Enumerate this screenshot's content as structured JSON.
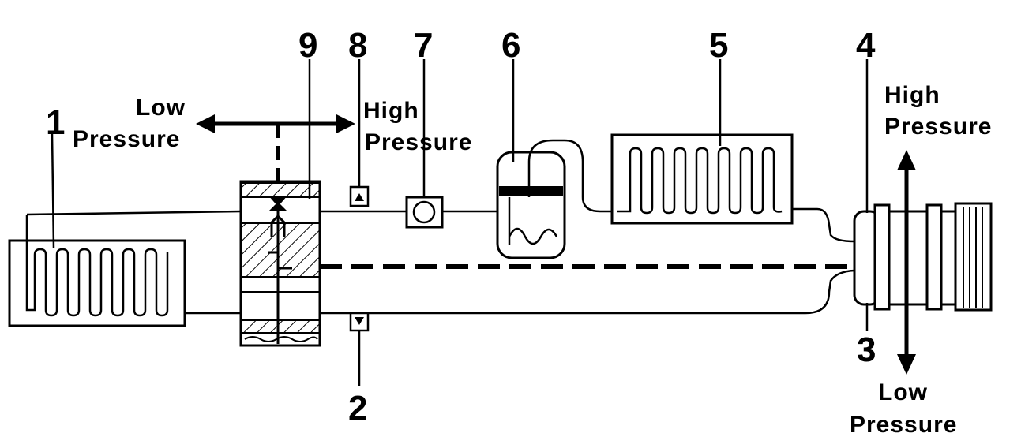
{
  "numbers": {
    "n1": "1",
    "n2": "2",
    "n3": "3",
    "n4": "4",
    "n5": "5",
    "n6": "6",
    "n7": "7",
    "n8": "8",
    "n9": "9"
  },
  "text": {
    "low_pressure_left_1": "Low",
    "low_pressure_left_2": "Pressure",
    "high_pressure_mid_1": "High",
    "high_pressure_mid_2": "Pressure",
    "high_pressure_right_1": "High",
    "high_pressure_right_2": "Pressure",
    "low_pressure_right_1": "Low",
    "low_pressure_right_2": "Pressure"
  }
}
